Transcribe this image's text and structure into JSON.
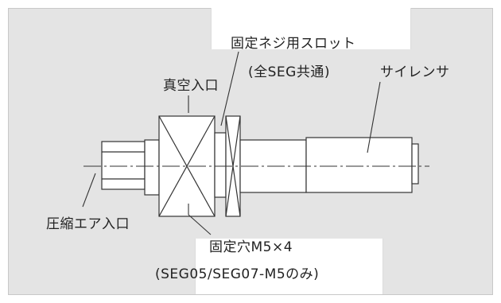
{
  "labels": {
    "fixing_slot": "固定ネジ用スロット",
    "common_all": "(全SEG共通)",
    "vacuum_inlet": "真空入口",
    "silencer": "サイレンサ",
    "compressed_air_inlet": "圧縮エア入口",
    "fixing_hole": "固定穴M5×4",
    "fixing_hole_note": "(SEG05/SEG07-M5のみ)"
  },
  "colors": {
    "background": "#e4e4e4",
    "part_fill": "#ffffff",
    "line": "#333333"
  }
}
